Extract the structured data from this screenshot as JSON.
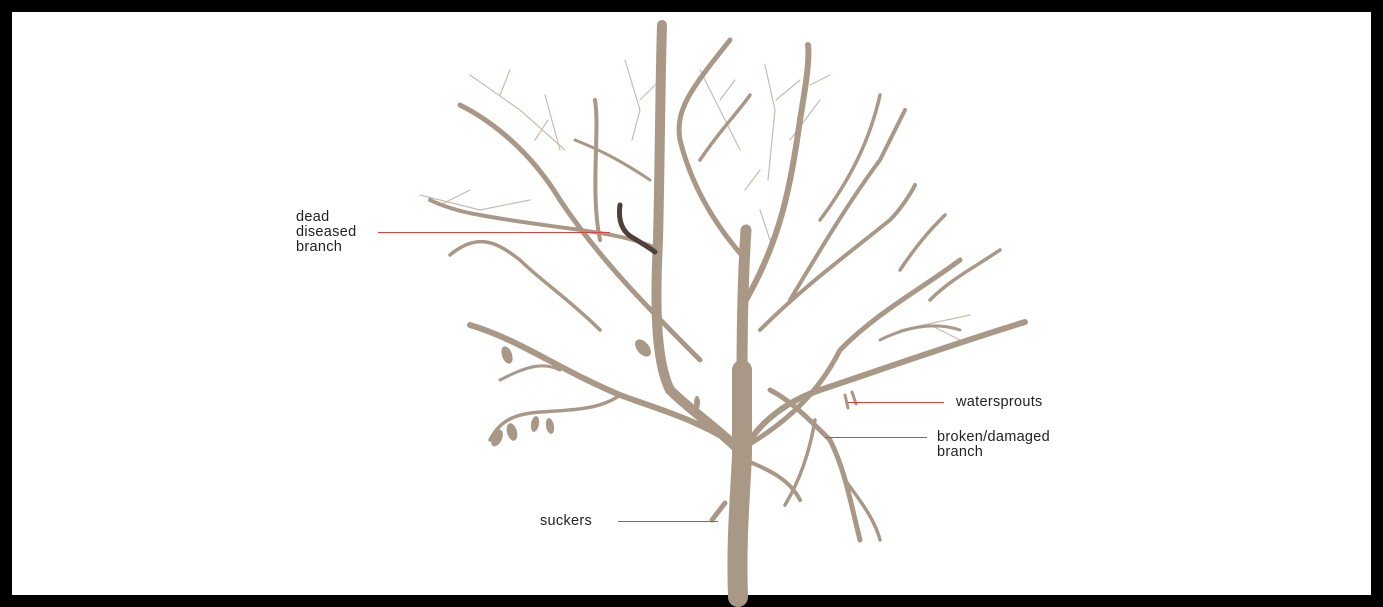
{
  "colors": {
    "background": "#ffffff",
    "frame": "#000000",
    "branch": "#a99886",
    "dead_branch": "#4e4038",
    "leader_line": "#e0403a",
    "label_text": "#222222"
  },
  "labels": {
    "dead_diseased": {
      "line1": "dead",
      "line2": "diseased",
      "line3": "branch"
    },
    "watersprouts": "watersprouts",
    "broken_damaged": {
      "line1": "broken/damaged",
      "line2": "branch"
    },
    "suckers": "suckers"
  }
}
